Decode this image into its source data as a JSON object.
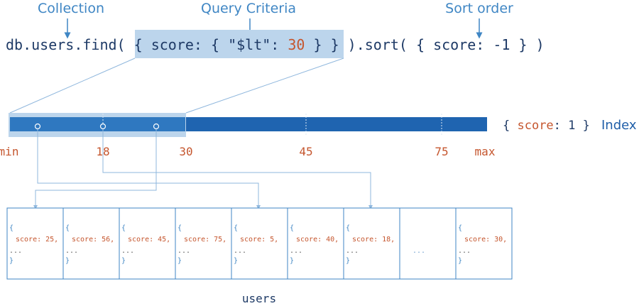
{
  "labels": {
    "collection": "Collection",
    "query_criteria": "Query Criteria",
    "sort_order": "Sort order"
  },
  "code": {
    "prefix": "db.users.find( ",
    "criteria_open": "{ score: { \"$lt\": ",
    "criteria_value": "30",
    "criteria_close": " } }",
    "suffix": " ).sort( { score: -1 } )"
  },
  "index": {
    "ticks": [
      "min",
      "18",
      "30",
      "45",
      "75",
      "max"
    ],
    "label_open": "{ ",
    "label_key": "score",
    "label_mid": ": 1 }",
    "label_word": "Index"
  },
  "documents": [
    {
      "open": "{",
      "line": "score: 25,",
      "more": "...",
      "close": "}"
    },
    {
      "open": "{",
      "line": "score: 56,",
      "more": "...",
      "close": "}"
    },
    {
      "open": "{",
      "line": "score: 45,",
      "more": "...",
      "close": "}"
    },
    {
      "open": "{",
      "line": "score: 75,",
      "more": "...",
      "close": "}"
    },
    {
      "open": "{",
      "line": "score: 5,",
      "more": "...",
      "close": "}"
    },
    {
      "open": "{",
      "line": "score: 40,",
      "more": "...",
      "close": "}"
    },
    {
      "open": "{",
      "line": "score: 18,",
      "more": "...",
      "close": "}"
    },
    {
      "ellipsis": "..."
    },
    {
      "open": "{",
      "line": "score: 30,",
      "more": "...",
      "close": "}"
    }
  ],
  "collection_name": "users",
  "colors": {
    "accent": "#3f86c4",
    "index_bar": "#1f64b0",
    "highlight": "#bcd5ec",
    "code": "#1e3a66",
    "number": "#c5562e"
  }
}
